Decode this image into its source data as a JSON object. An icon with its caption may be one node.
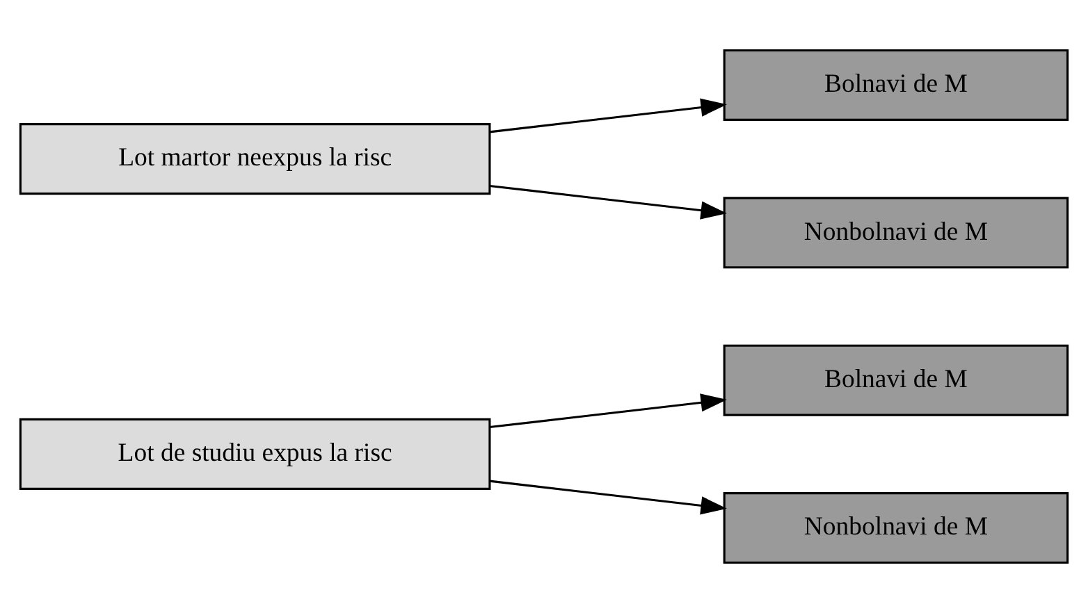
{
  "diagram": {
    "nodes": [
      {
        "text": [
          "Lot de studiu expus la risc"
        ]
      },
      {
        "text": [
          "Bolnavi de M"
        ]
      },
      {
        "text": [
          "Nonbolnavi de M"
        ]
      },
      {
        "text": [
          "Lot martor neexpus la risc"
        ]
      },
      {
        "text": [
          "Bolnavi de M"
        ]
      },
      {
        "text": [
          "Nonbolnavi de M"
        ]
      }
    ],
    "edges": [
      {
        "from": 0,
        "to": 1,
        "arrow": "to"
      },
      {
        "from": 0,
        "to": 2,
        "arrow": "to"
      },
      {
        "from": 3,
        "to": 4,
        "arrow": "to"
      },
      {
        "from": 3,
        "to": 5,
        "arrow": "to"
      }
    ]
  }
}
